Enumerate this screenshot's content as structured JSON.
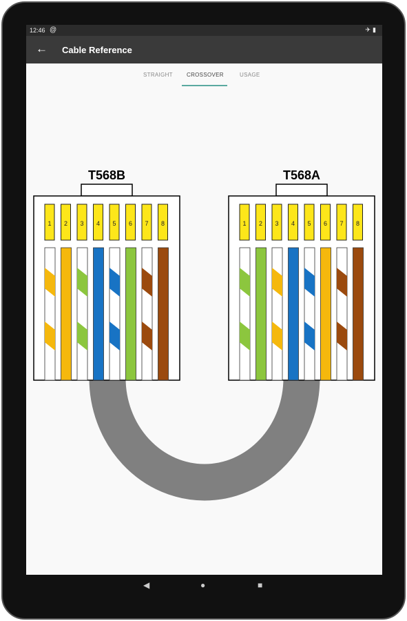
{
  "status": {
    "time": "12:46",
    "notif_icon": "at-sign-icon",
    "right_icons": [
      "plane-icon",
      "battery-icon"
    ]
  },
  "appbar": {
    "title": "Cable Reference",
    "back_icon": "arrow-left-icon"
  },
  "tabs": [
    {
      "label": "STRAIGHT",
      "active": false
    },
    {
      "label": "CROSSOVER",
      "active": true
    },
    {
      "label": "USAGE",
      "active": false
    }
  ],
  "diagram": {
    "left_connector": {
      "label": "T568B",
      "pins": [
        "1",
        "2",
        "3",
        "4",
        "5",
        "6",
        "7",
        "8"
      ],
      "wires": [
        {
          "stripe": "#f5b80d",
          "solid": false
        },
        {
          "stripe": "#f5b80d",
          "solid": true
        },
        {
          "stripe": "#8cc63e",
          "solid": false
        },
        {
          "stripe": "#1873c4",
          "solid": true
        },
        {
          "stripe": "#1873c4",
          "solid": false
        },
        {
          "stripe": "#8cc63e",
          "solid": true
        },
        {
          "stripe": "#9b4a0e",
          "solid": false
        },
        {
          "stripe": "#9b4a0e",
          "solid": true
        }
      ]
    },
    "right_connector": {
      "label": "T568A",
      "pins": [
        "1",
        "2",
        "3",
        "4",
        "5",
        "6",
        "7",
        "8"
      ],
      "wires": [
        {
          "stripe": "#8cc63e",
          "solid": false
        },
        {
          "stripe": "#8cc63e",
          "solid": true
        },
        {
          "stripe": "#f5b80d",
          "solid": false
        },
        {
          "stripe": "#1873c4",
          "solid": true
        },
        {
          "stripe": "#1873c4",
          "solid": false
        },
        {
          "stripe": "#f5b80d",
          "solid": true
        },
        {
          "stripe": "#9b4a0e",
          "solid": false
        },
        {
          "stripe": "#9b4a0e",
          "solid": true
        }
      ]
    },
    "pin_color": "#fde61a",
    "cable_color": "#808080"
  },
  "navbar": {
    "back_icon": "triangle-back-icon",
    "home_icon": "circle-home-icon",
    "recents_icon": "square-recents-icon"
  }
}
